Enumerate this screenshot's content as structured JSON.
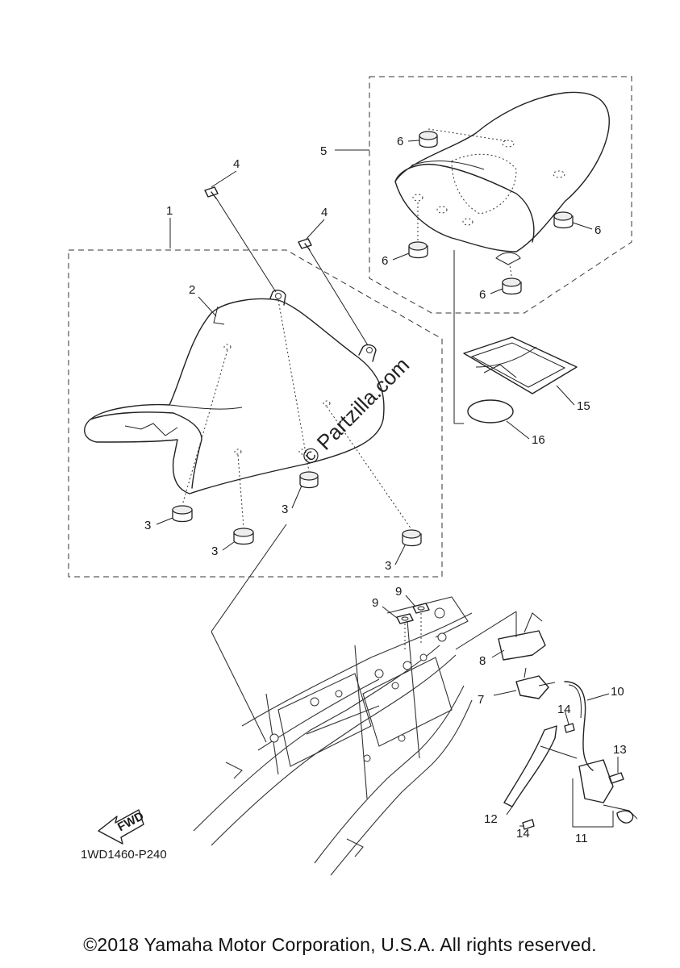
{
  "diagram": {
    "callouts": {
      "c1": "1",
      "c2": "2",
      "c3a": "3",
      "c3b": "3",
      "c3c": "3",
      "c3d": "3",
      "c4a": "4",
      "c4b": "4",
      "c5": "5",
      "c6a": "6",
      "c6b": "6",
      "c6c": "6",
      "c6d": "6",
      "c7": "7",
      "c8": "8",
      "c9a": "9",
      "c9b": "9",
      "c10": "10",
      "c11": "11",
      "c12": "12",
      "c13": "13",
      "c14a": "14",
      "c14b": "14",
      "c15": "15",
      "c16": "16"
    },
    "fwd_label": "FWD",
    "diagram_code": "1WD1460-P240",
    "watermark": "© Partzilla.com"
  },
  "footer": {
    "copyright": "©2018 Yamaha Motor Corporation, U.S.A. All rights reserved."
  }
}
